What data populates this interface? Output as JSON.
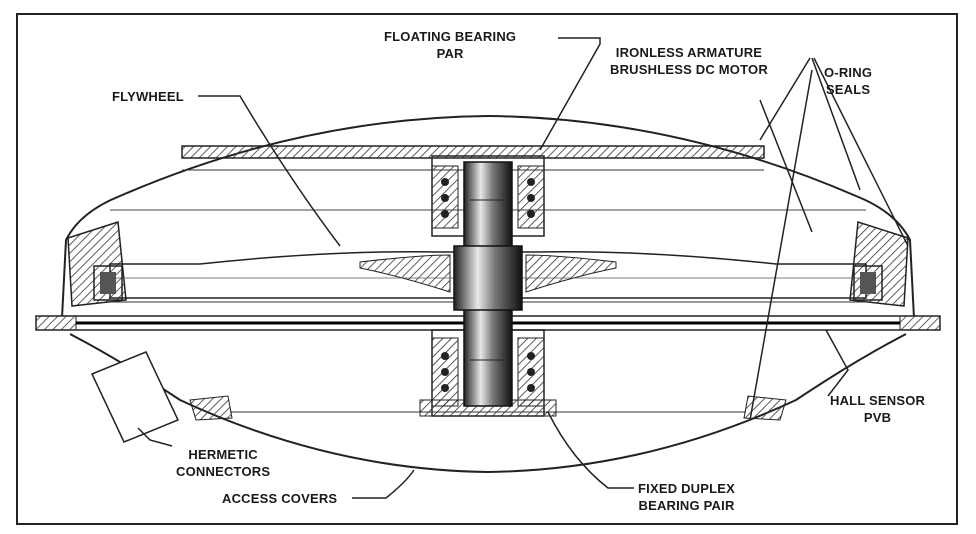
{
  "labels": {
    "floating_bearing": [
      "FLOATING BEARING",
      "PAR"
    ],
    "motor": [
      "IRONLESS ARMATURE",
      "BRUSHLESS DC MOTOR"
    ],
    "oring": [
      "O-RING",
      "SEALS"
    ],
    "flywheel": [
      "FLYWHEEL"
    ],
    "hall": [
      "HALL SENSOR",
      "PVB"
    ],
    "hermetic": [
      "HERMETIC",
      "CONNECTORS"
    ],
    "access": [
      "ACCESS COVERS"
    ],
    "fixed_bearing": [
      "FIXED DUPLEX",
      "BEARING PAIR"
    ]
  }
}
